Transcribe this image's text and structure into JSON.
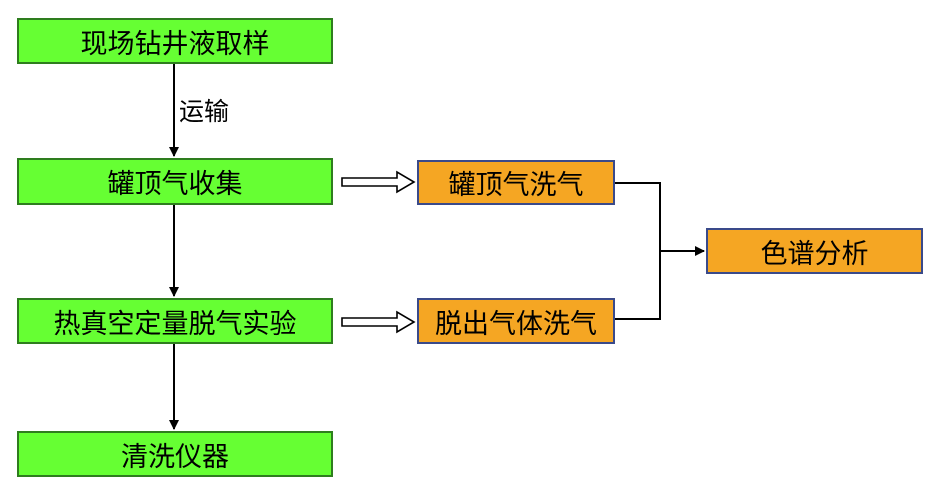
{
  "steps": {
    "sampling": "现场钻井液取样",
    "headspace_collect": "罐顶气收集",
    "thermal_vacuum": "热真空定量脱气实验",
    "clean_instrument": "清洗仪器"
  },
  "transport_label": "运输",
  "wash": {
    "headspace_wash": "罐顶气洗气",
    "released_gas_wash": "脱出气体洗气"
  },
  "analysis": "色谱分析",
  "colors": {
    "step_fill": "#66ff33",
    "step_border": "#2e7d1e",
    "wash_fill": "#f5a623",
    "wash_border": "#3a4a8a"
  }
}
